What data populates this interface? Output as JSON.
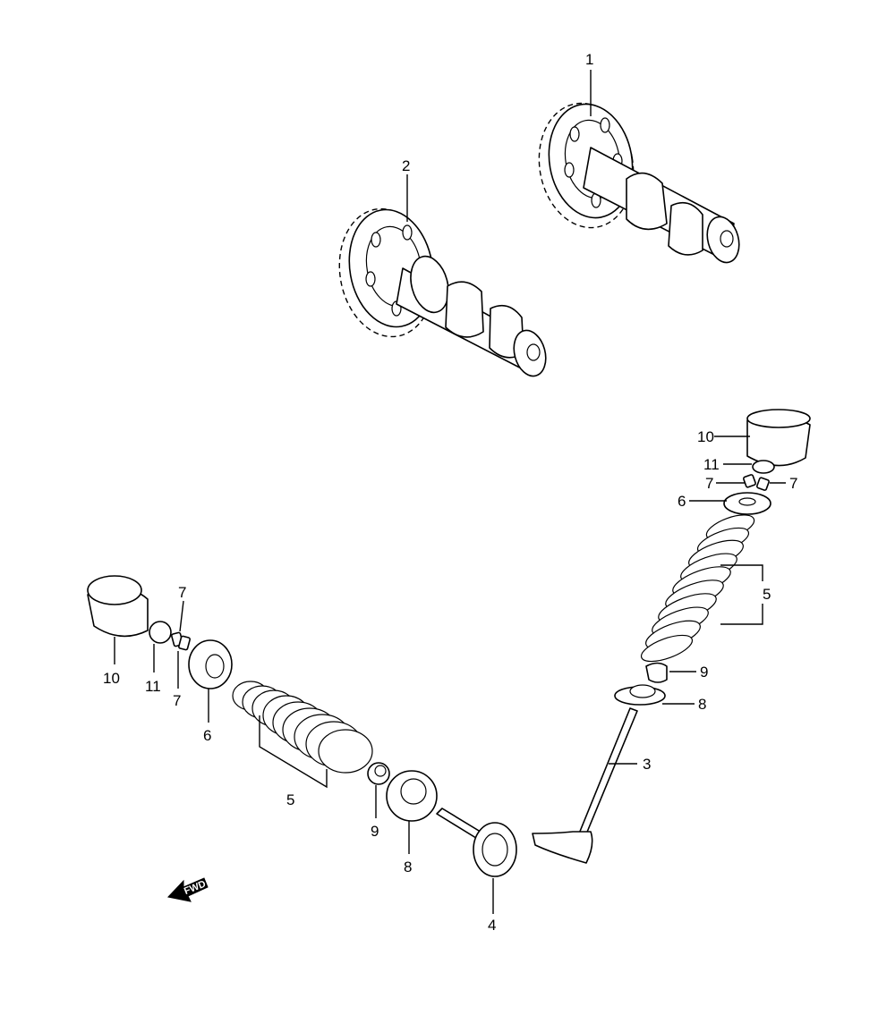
{
  "callouts": {
    "c1": "1",
    "c2": "2",
    "c3": "3",
    "c4": "4",
    "c5_right": "5",
    "c5_left": "5",
    "c6_right": "6",
    "c6_left": "6",
    "c7_right_a": "7",
    "c7_right_b": "7",
    "c7_left_a": "7",
    "c7_left_b": "7",
    "c8_right": "8",
    "c8_left": "8",
    "c9_right": "9",
    "c9_left": "9",
    "c10_right": "10",
    "c10_left": "10",
    "c11_right": "11",
    "c11_left": "11"
  },
  "fwd_label": "FWD"
}
